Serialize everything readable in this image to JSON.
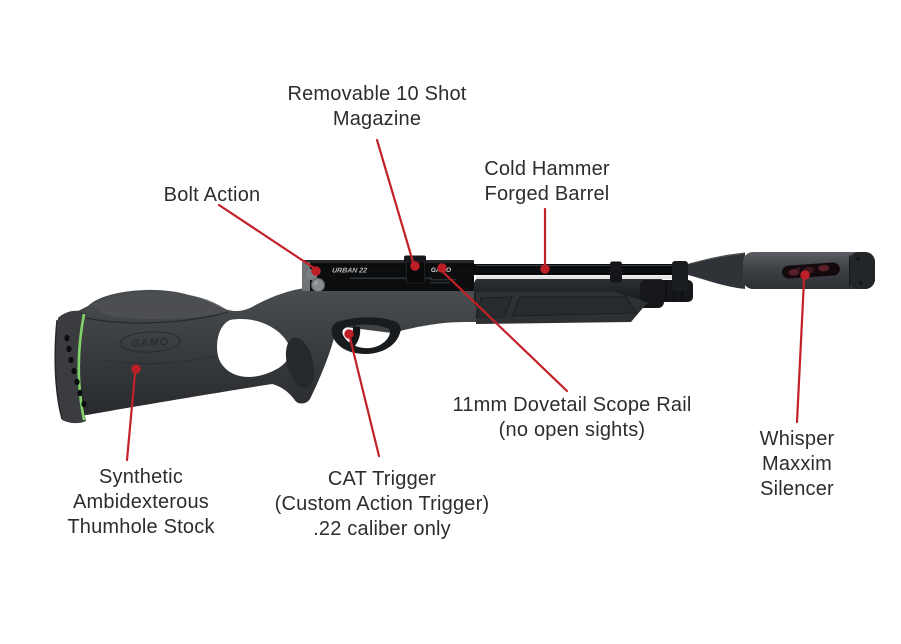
{
  "figure": {
    "type": "annotated product diagram",
    "subject": "PCP air rifle feature callouts",
    "background_color": "#ffffff",
    "leader_line_color": "#c32127",
    "callout_dot_color": "#bd1f26",
    "label_text_color": "#2d2d2d",
    "stock_accent_green": "#82d46a"
  },
  "callouts": [
    {
      "id": "magazine",
      "label": "Removable 10 Shot\nMagazine"
    },
    {
      "id": "bolt-action",
      "label": "Bolt Action"
    },
    {
      "id": "barrel",
      "label": "Cold Hammer\nForged Barrel"
    },
    {
      "id": "scope-rail",
      "label": "11mm Dovetail Scope Rail\n(no open sights)"
    },
    {
      "id": "silencer",
      "label": "Whisper Maxxim\nSilencer"
    },
    {
      "id": "stock",
      "label": "Synthetic\nAmbidexterous\nThumhole Stock"
    },
    {
      "id": "trigger",
      "label": "CAT Trigger\n(Custom Action Trigger)\n.22 caliber only"
    }
  ],
  "rifle": {
    "receiver_marking_left": "URBAN 22",
    "receiver_marking_right": "GAMO",
    "stock_logo": "GAMO"
  }
}
